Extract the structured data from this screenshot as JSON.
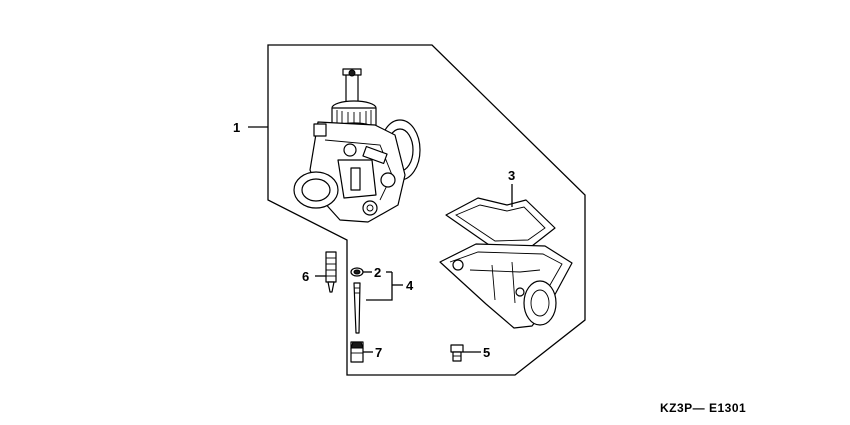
{
  "callouts": {
    "c1": "1",
    "c2": "2",
    "c3": "3",
    "c4": "4",
    "c5": "5",
    "c6": "6",
    "c7": "7"
  },
  "diagram_code": "KZ3P— E1301"
}
